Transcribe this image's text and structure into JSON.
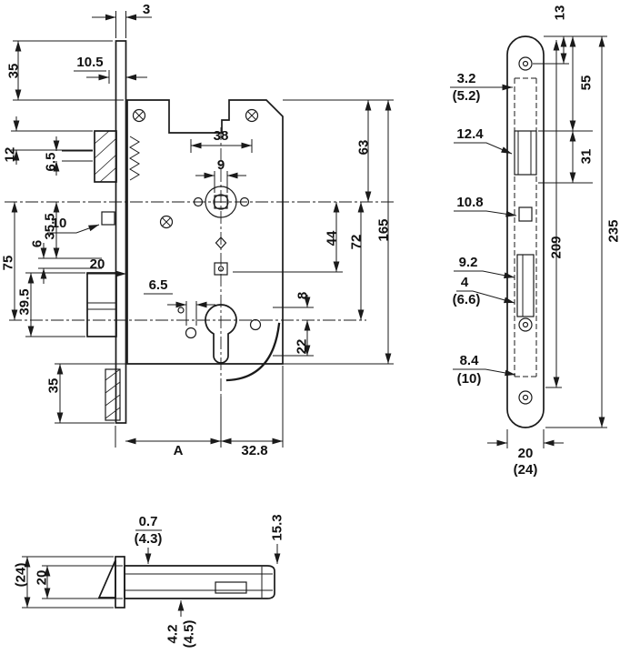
{
  "main": {
    "t3": "3",
    "t35_top": "35",
    "t10_5": "10.5",
    "t12": "12",
    "t6_5_latch": "6.5",
    "t38": "38",
    "t9": "9",
    "t63": "63",
    "t35_5": "35.5",
    "t10": "10",
    "t6": "6",
    "t75": "75",
    "t20": "20",
    "t44": "44",
    "t72": "72",
    "t165": "165",
    "t39_5": "39.5",
    "t6_5_hole": "6.5",
    "t8": "8",
    "t22": "22",
    "t35_bottom": "35",
    "tA": "A",
    "t32_8": "32.8"
  },
  "plate": {
    "t13": "13",
    "t3_2": "3.2",
    "t5_2": "(5.2)",
    "t55": "55",
    "t12_4": "12.4",
    "t31": "31",
    "t10_8": "10.8",
    "t209": "209",
    "t9_2": "9.2",
    "t4": "4",
    "t6_6": "(6.6)",
    "t235": "235",
    "t8_4": "8.4",
    "t10_alt": "(10)",
    "t20": "20",
    "t24": "(24)"
  },
  "latch": {
    "t0_7": "0.7",
    "t4_3": "(4.3)",
    "t15_3": "15.3",
    "t24": "(24)",
    "t20": "20",
    "t4_2": "4.2",
    "t4_5": "(4.5)"
  }
}
